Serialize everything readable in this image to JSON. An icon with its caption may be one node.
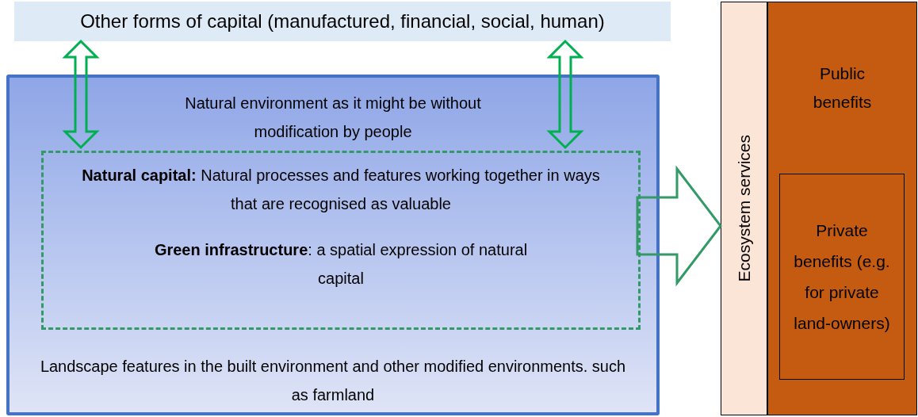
{
  "diagram": {
    "nodes": [
      {
        "text": [
          "Other forms of capital (manufactured, financial, social, human)"
        ]
      },
      {
        "text": [
          "Natural environment as it might be without modification by people",
          "Landscape features in the built environment and other modified environments. such as farmland"
        ]
      },
      {
        "text": [
          "**Natural capital:** Natural processes and features working together in ways that are recognised as valuable",
          "**Green infrastructure**: a spatial expression of natural capital"
        ],
        "in": 1
      },
      {
        "text": [
          "Ecosystem services"
        ]
      },
      {
        "text": [
          "Public benefits"
        ]
      },
      {
        "text": [
          "Private benefits (e.g. for private land-owners)"
        ],
        "in": 4
      }
    ],
    "edges": [
      {
        "from": 0,
        "to": 2,
        "arrow": "both"
      },
      {
        "from": 0,
        "to": 2,
        "arrow": "both"
      },
      {
        "from": 2,
        "to": 3,
        "arrow": "to",
        "color": "#339966"
      }
    ]
  }
}
